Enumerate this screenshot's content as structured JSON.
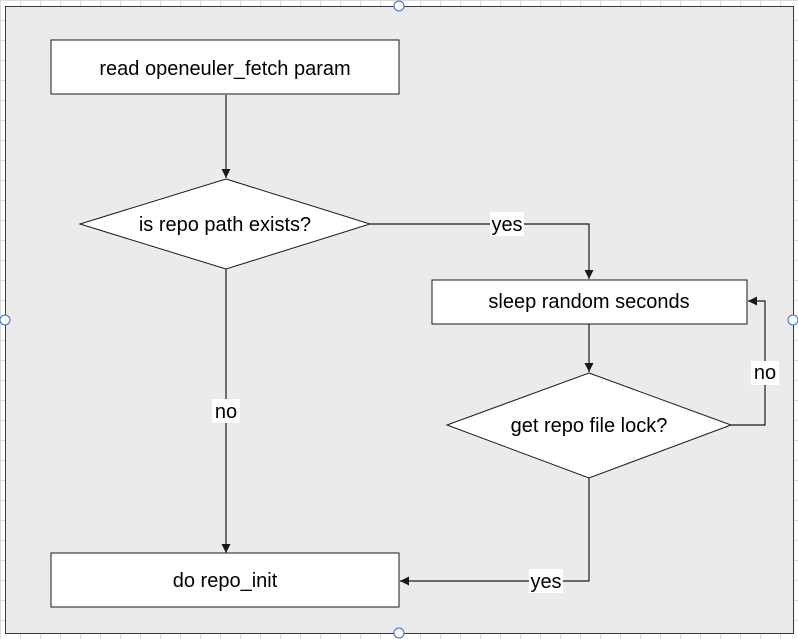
{
  "diagram": {
    "nodes": {
      "read_param": "read openeuler_fetch param",
      "repo_exists": "is repo path exists?",
      "sleep": "sleep random seconds",
      "get_lock": "get repo file lock?",
      "repo_init": "do repo_init"
    },
    "edges": {
      "exists_yes": "yes",
      "exists_no": "no",
      "lock_no": "no",
      "lock_yes": "yes"
    }
  },
  "colors": {
    "frame_fill": "#ebebeb",
    "node_fill": "#ffffff",
    "stroke": "#1a1a1a",
    "selection_handle": "#2a6fd6"
  }
}
